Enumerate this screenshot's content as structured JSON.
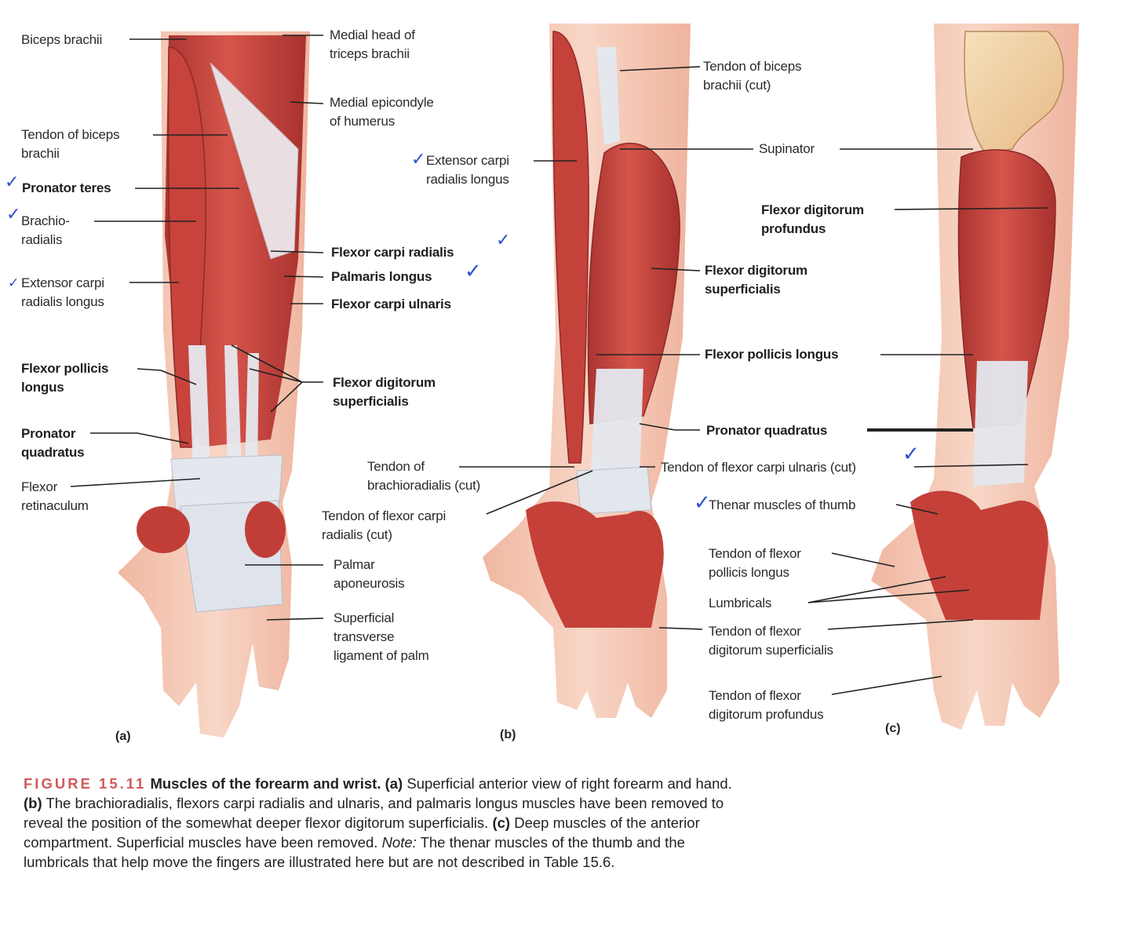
{
  "panels": {
    "a": {
      "letter": "(a)",
      "labels": {
        "biceps_brachii": "Biceps brachii",
        "medial_head_triceps": "Medial head of\ntriceps brachii",
        "medial_epicondyle": "Medial epicondyle\nof humerus",
        "tendon_biceps": "Tendon of biceps\nbrachii",
        "pronator_teres": "Pronator teres",
        "brachioradialis": "Brachio-\nradialis",
        "flexor_carpi_radialis": "Flexor carpi radialis",
        "palmaris_longus": "Palmaris longus",
        "extensor_carpi": "Extensor carpi\nradialis longus",
        "flexor_carpi_ulnaris": "Flexor carpi ulnaris",
        "flexor_pollicis_longus": "Flexor pollicis\nlongus",
        "flexor_digitorum_superficialis": "Flexor digitorum\nsuperficialis",
        "pronator_quadratus": "Pronator\nquadratus",
        "flexor_retinaculum": "Flexor\nretinaculum",
        "palmar_aponeurosis": "Palmar\naponeurosis",
        "superficial_transverse_ligament": "Superficial\ntransverse\nligament of palm"
      }
    },
    "b": {
      "letter": "(b)",
      "labels": {
        "tendon_biceps_cut": "Tendon of biceps\nbrachii (cut)",
        "extensor_carpi": "Extensor carpi\nradialis longus",
        "supinator": "Supinator",
        "flexor_digitorum_superficialis": "Flexor digitorum\nsuperficialis",
        "flexor_pollicis_longus": "Flexor pollicis longus",
        "pronator_quadratus": "Pronator quadratus",
        "tendon_brachioradialis_cut": "Tendon of\nbrachioradialis (cut)",
        "tendon_flexor_carpi_ulnaris_cut": "Tendon of flexor carpi ulnaris (cut)",
        "tendon_flexor_carpi_radialis_cut": "Tendon of flexor carpi\nradialis (cut)"
      }
    },
    "c": {
      "letter": "(c)",
      "labels": {
        "flexor_digitorum_profundus": "Flexor digitorum\nprofundus",
        "thenar_muscles": "Thenar muscles of thumb",
        "tendon_flexor_pollicis_longus": "Tendon of flexor\npollicis longus",
        "lumbricals": "Lumbricals",
        "tendon_fds": "Tendon of flexor\ndigitorum superficialis",
        "tendon_fdp": "Tendon of flexor\ndigitorum profundus"
      }
    }
  },
  "caption": {
    "figure_label": "FIGURE 15.11",
    "title": "Muscles of the forearm and wrist.",
    "part_a_label": "(a)",
    "part_a_text": "Superficial anterior view of right forearm and hand.",
    "part_b_label": "(b)",
    "part_b_text": "The brachioradialis, flexors carpi radialis and ulnaris, and palmaris longus muscles have been removed to reveal the position of the somewhat deeper flexor digitorum superficialis.",
    "part_c_label": "(c)",
    "part_c_text": "Deep muscles of the anterior compartment. Superficial muscles have been removed.",
    "note_label": "Note:",
    "note_text": "The thenar muscles of the thumb and the lumbricals that help move the fingers are illustrated here but are not described in Table 15.6."
  },
  "colors": {
    "muscle": "#c9463f",
    "muscle_dark": "#9e2e2c",
    "tendon": "#dfe3ea",
    "skin": "#f3c3ae",
    "bone": "#f2d2a6",
    "check": "#2c52c8",
    "figure_label": "#d2585a"
  },
  "annotations": {
    "check_mark": "✓"
  }
}
